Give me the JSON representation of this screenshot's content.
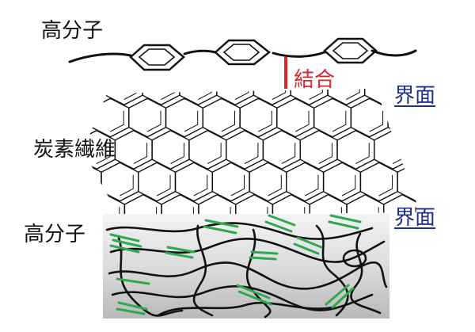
{
  "labels": {
    "polymer_top": "高分子",
    "bond": "結合",
    "interface_top": "界面",
    "carbon_fiber": "炭素繊維",
    "interface_bottom": "界面",
    "polymer_bottom": "高分子"
  },
  "colors": {
    "bond": "#d9262b",
    "interface_text": "#1f2f8a",
    "fiber_segment": "#2fa84f",
    "line": "#111111"
  }
}
